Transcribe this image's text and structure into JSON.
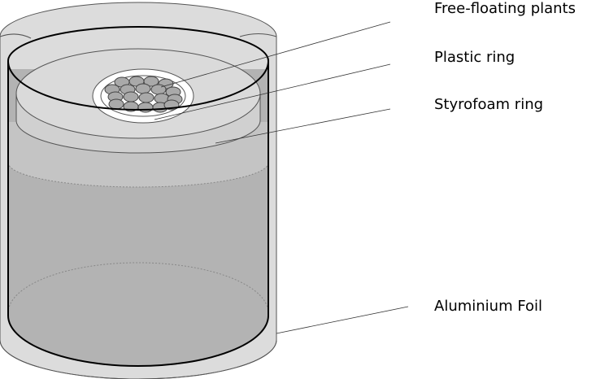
{
  "labels": {
    "plants": "Free-floating plants",
    "plastic_ring": "Plastic ring",
    "styrofoam_ring": "Styrofoam ring",
    "foil": "Aluminium Foil"
  },
  "colors": {
    "outer_wall": "#dcdcdc",
    "water": "#b3b3b3",
    "styrofoam": "#d3d3d3",
    "plastic_ring": "#ffffff",
    "plants": "#a9a9a9",
    "outline": "#000000",
    "dotted": "#888888"
  }
}
